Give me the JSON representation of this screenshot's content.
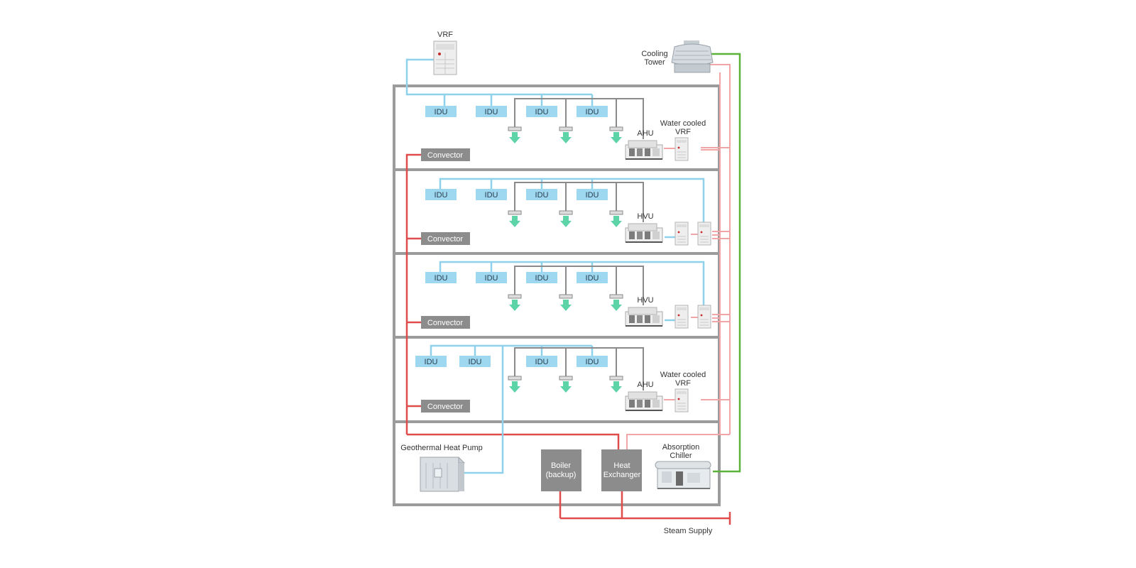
{
  "labels": {
    "vrf": "VRF",
    "cooling_tower_1": "Cooling",
    "cooling_tower_2": "Tower",
    "water_cooled_vrf_1": "Water cooled",
    "water_cooled_vrf_2": "VRF",
    "ahu": "AHU",
    "hvu": "HVU",
    "convector": "Convector",
    "idu": "IDU",
    "geothermal": "Geothermal Heat Pump",
    "boiler_1": "Boiler",
    "boiler_2": "(backup)",
    "heat_exchanger_1": "Heat",
    "heat_exchanger_2": "Exchanger",
    "absorption_chiller_1": "Absorption",
    "absorption_chiller_2": "Chiller",
    "steam_supply": "Steam Supply"
  },
  "colors": {
    "building_frame": "#9b9b9b",
    "refrigerant_line": "#8fd0ea",
    "idu_fill": "#9ed8f0",
    "hot_water_line": "#e04b4b",
    "cooling_water_line": "#f0a6a6",
    "condenser_line": "#5db33a",
    "air_arrow": "#5dd3a8",
    "duct_line": "#8a8a8a",
    "equipment_box": "#8c8c8c"
  },
  "icons": {
    "vrf_unit": "outdoor-unit-icon",
    "cooling_tower": "cooling-tower-icon",
    "air_handler": "air-handling-unit-icon",
    "diffuser_arrow": "air-diffuser-arrow-icon",
    "geothermal_unit": "heat-pump-icon",
    "chiller": "absorption-chiller-icon"
  }
}
